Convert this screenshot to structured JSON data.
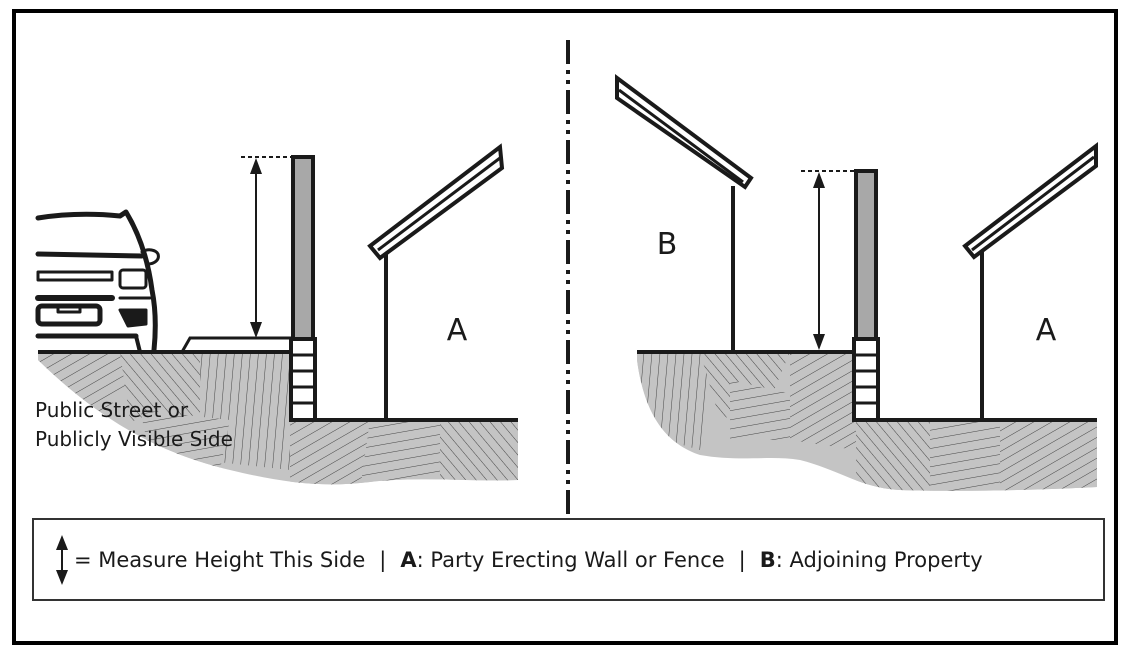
{
  "diagram": {
    "left_panel": {
      "area_label": "A",
      "street_label_line1": "Public Street or",
      "street_label_line2": "Publicly Visible Side"
    },
    "right_panel": {
      "adjoining_label": "B",
      "area_label": "A"
    },
    "colors": {
      "wall_fill": "#a8a8a8",
      "ground_fill": "#c4c4c4",
      "stroke": "#1a1a1a"
    }
  },
  "legend": {
    "measure_text": "= Measure Height This Side",
    "separator": "|",
    "a_key": "A",
    "a_text": ": Party Erecting Wall or Fence",
    "b_key": "B",
    "b_text": ": Adjoining Property"
  }
}
